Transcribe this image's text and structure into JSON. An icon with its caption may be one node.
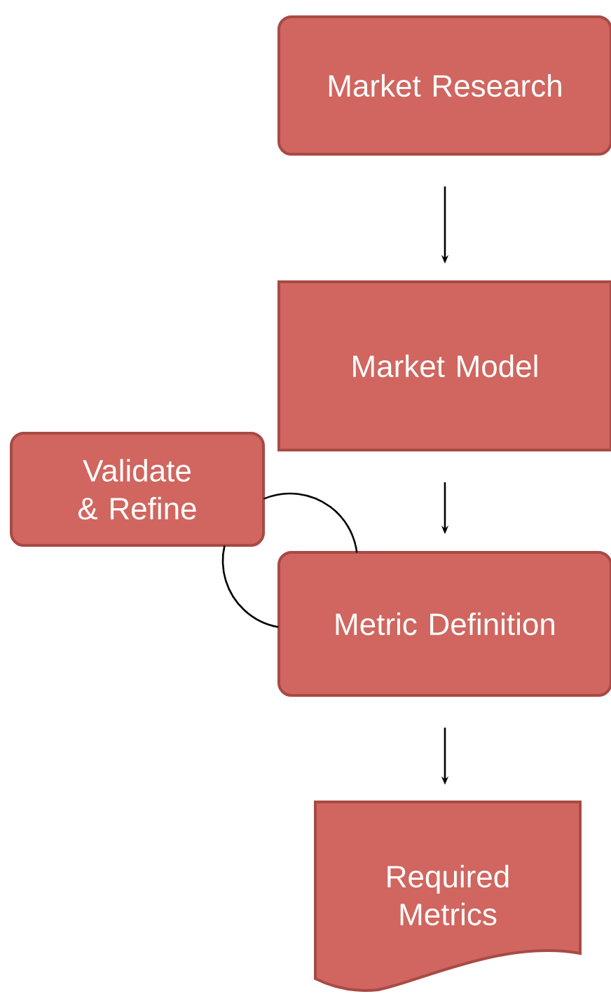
{
  "diagram": {
    "nodes": [
      {
        "text": [
          "Market Research"
        ]
      },
      {
        "text": [
          "Market Model"
        ]
      },
      {
        "text": [
          "Validate & Refine"
        ]
      },
      {
        "text": [
          "Metric Definition"
        ]
      },
      {
        "text": [
          "Required Metrics"
        ]
      }
    ],
    "edges": [
      {
        "from": 0,
        "to": 1,
        "arrow": "to"
      },
      {
        "from": 1,
        "to": 3,
        "arrow": "to"
      },
      {
        "from": 2,
        "to": 3,
        "arrow": "none"
      },
      {
        "from": 2,
        "to": 3,
        "arrow": "none"
      },
      {
        "from": 3,
        "to": 4,
        "arrow": "to"
      }
    ]
  }
}
